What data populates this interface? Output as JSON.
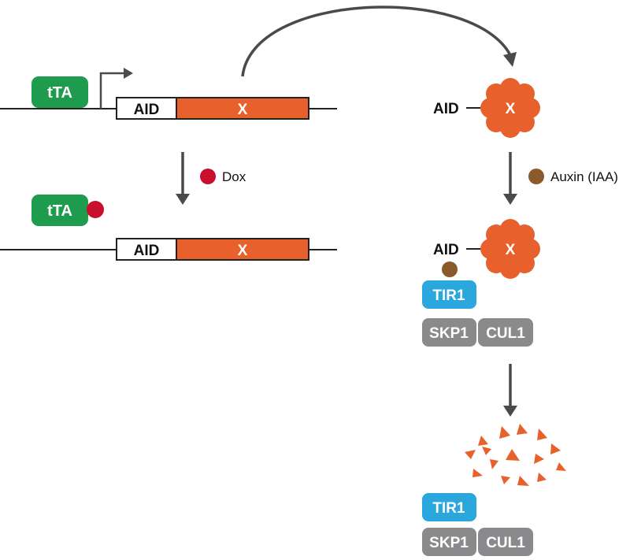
{
  "transcription_panel": {
    "activator": "tTA",
    "tag": "AID",
    "target": "X",
    "drug": "Dox"
  },
  "degradation_panel": {
    "tag": "AID",
    "target": "X",
    "ligand": "Auxin (IAA)",
    "receptor": "TIR1",
    "adaptor": "SKP1",
    "scaffold": "CUL1"
  },
  "colors": {
    "tta_green": "#1e9b4c",
    "target_orange": "#e8612c",
    "dox_red": "#c8102e",
    "auxin_brown": "#8b5a2b",
    "tir1_blue": "#2aa7dc",
    "complex_gray": "#8a8a8d",
    "arrow_gray": "#4a4a4a"
  }
}
